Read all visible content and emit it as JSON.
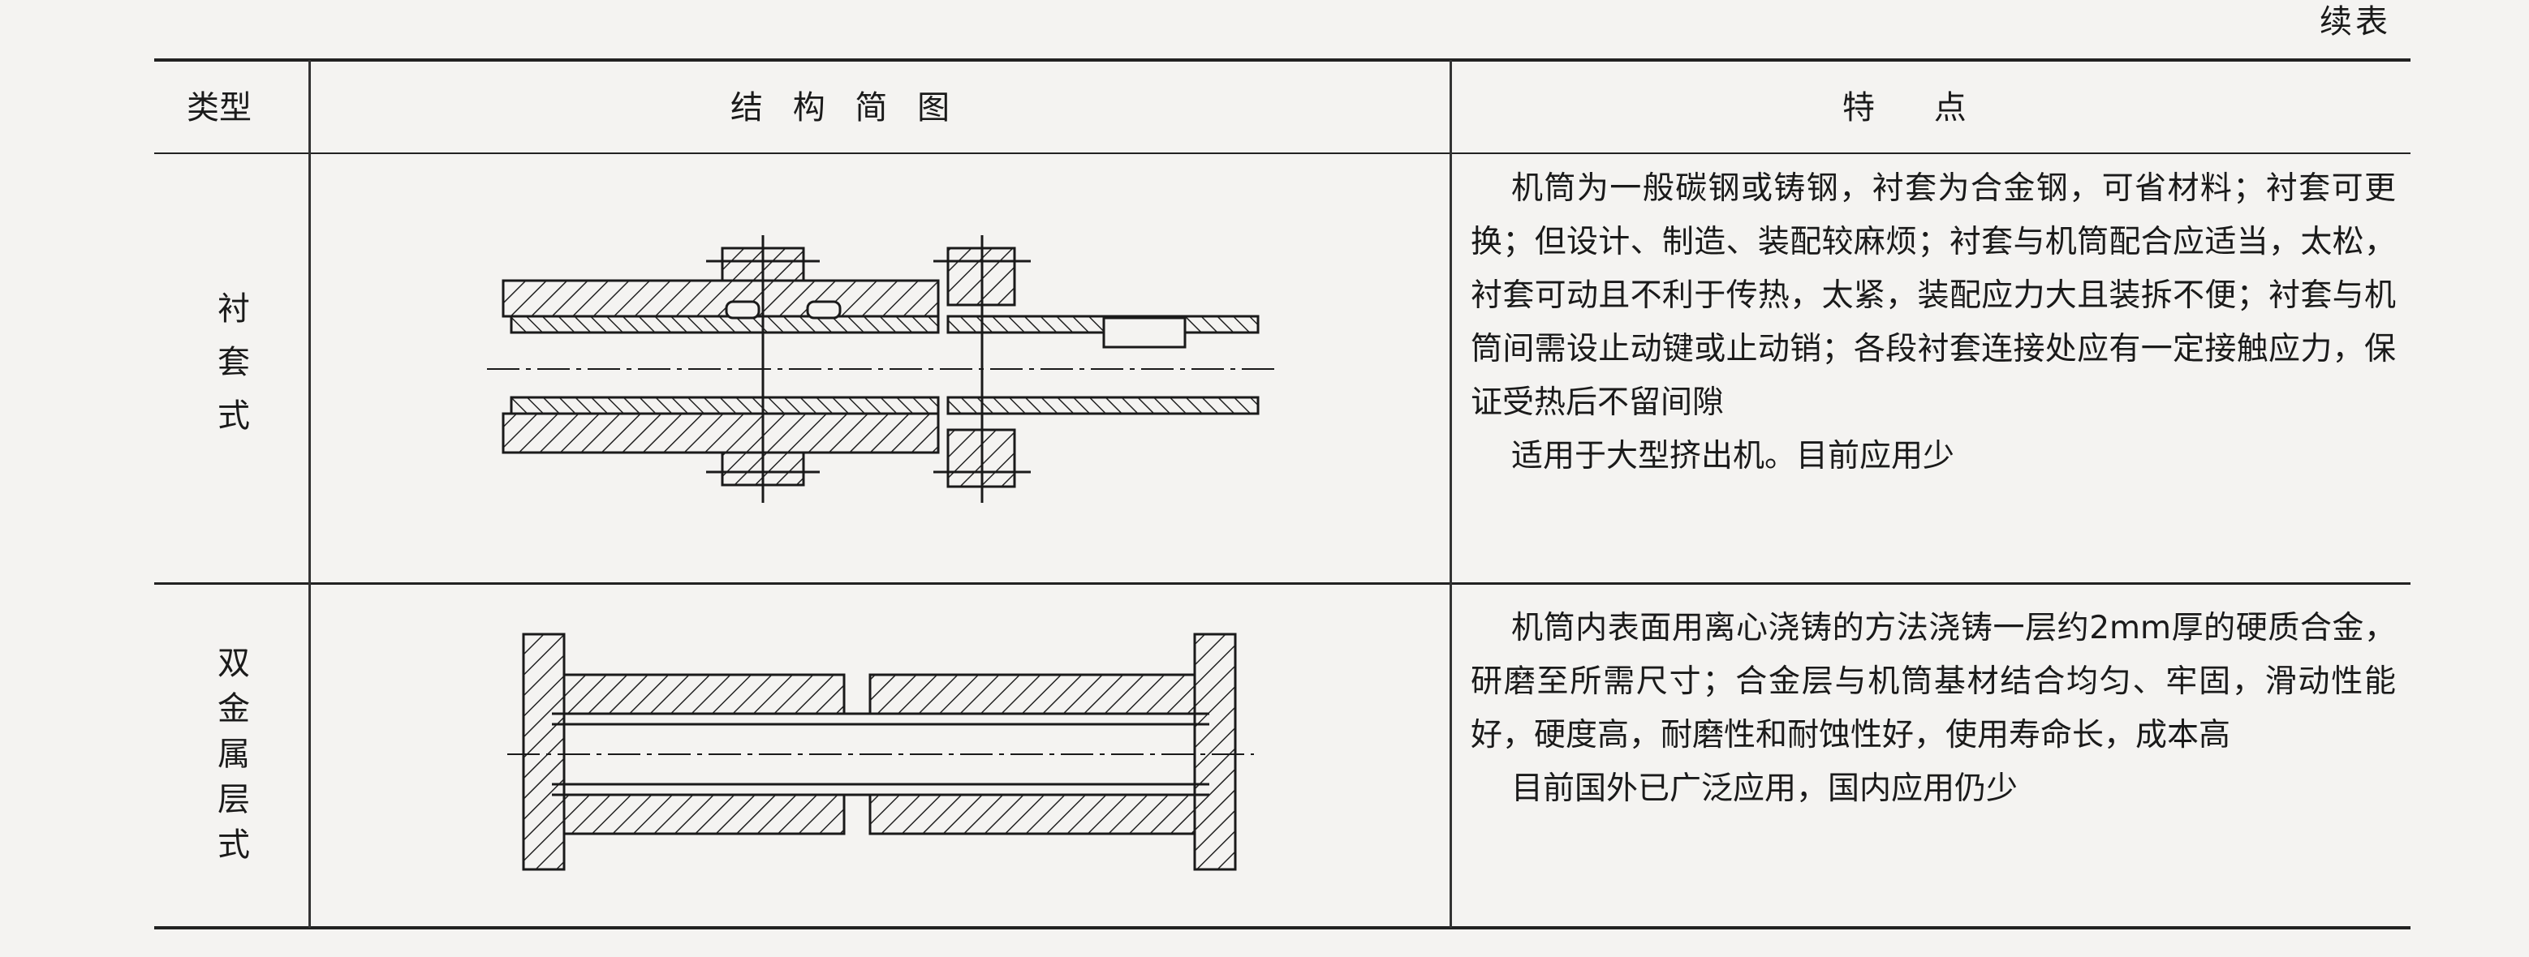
{
  "continued_label": "续表",
  "header": {
    "type": "类型",
    "diagram": "结 构 简 图",
    "features": "特 点"
  },
  "rows": [
    {
      "type": "衬套式",
      "type_chars": [
        "衬",
        "套",
        "式"
      ],
      "features": "机筒为一般碳钢或铸钢，衬套为合金钢，可省材料；衬套可更换；但设计、制造、装配较麻烦；衬套与机筒配合应适当，太松，衬套可动且不利于传热，太紧，装配应力大且装拆不便；衬套与机筒间需设止动键或止动销；各段衬套连接处应有一定接触应力，保证受热后不留间隙",
      "application": "适用于大型挤出机。目前应用少"
    },
    {
      "type": "双金属层式",
      "type_chars": [
        "双",
        "金",
        "属",
        "层",
        "式"
      ],
      "features": "机筒内表面用离心浇铸的方法浇铸一层约2mm厚的硬质合金，研磨至所需尺寸；合金层与机筒基材结合均匀、牢固，滑动性能好，硬度高，耐磨性和耐蚀性好，使用寿命长，成本高",
      "application": "目前国外已广泛应用，国内应用仍少"
    }
  ]
}
